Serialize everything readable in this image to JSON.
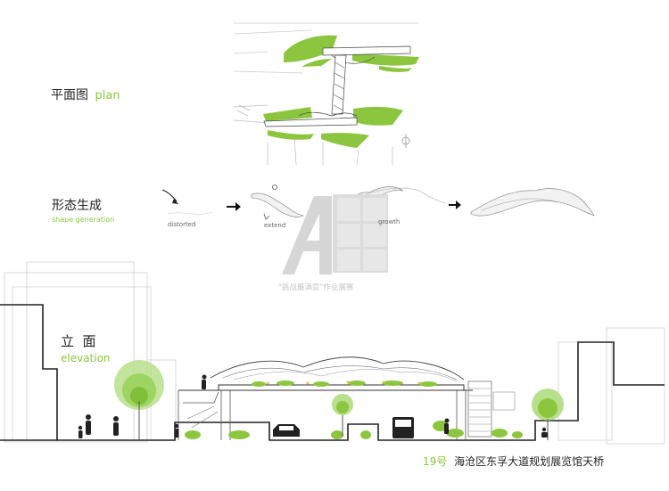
{
  "sections": {
    "plan": {
      "zh": "平面图",
      "en": "plan"
    },
    "shape": {
      "zh": "形态生成",
      "en": "shape generation"
    },
    "elevation": {
      "zh": "立  面",
      "en": "elevation"
    }
  },
  "steps": {
    "distorted": "distorted",
    "extend": "extend",
    "growth": "growth"
  },
  "watermark": {
    "letter": "A",
    "caption": "\"挑战最满意\"作业展赛"
  },
  "caption": {
    "number": "19号",
    "title": "海沧区东孚大道规划展览馆天桥"
  },
  "colors": {
    "accent": "#8cc63f",
    "line": "#333333",
    "light": "#d9d9d9"
  }
}
